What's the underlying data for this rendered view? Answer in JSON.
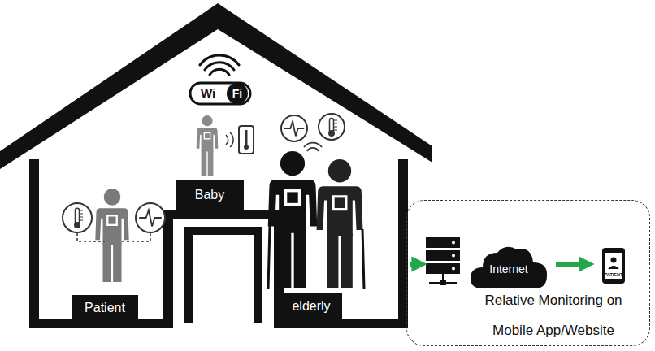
{
  "diagram": {
    "nodes": [
      {
        "text": [
          "Patient"
        ]
      },
      {
        "text": [
          "Baby"
        ]
      },
      {
        "text": [
          "elderly"
        ]
      },
      {
        "text": [
          "Relative Monitoring on Mobile App/Website"
        ]
      },
      {
        "text": [
          "Internet"
        ],
        "in": 3
      }
    ],
    "labels": [
      "Wi",
      "Fi",
      "PATIENT"
    ]
  }
}
